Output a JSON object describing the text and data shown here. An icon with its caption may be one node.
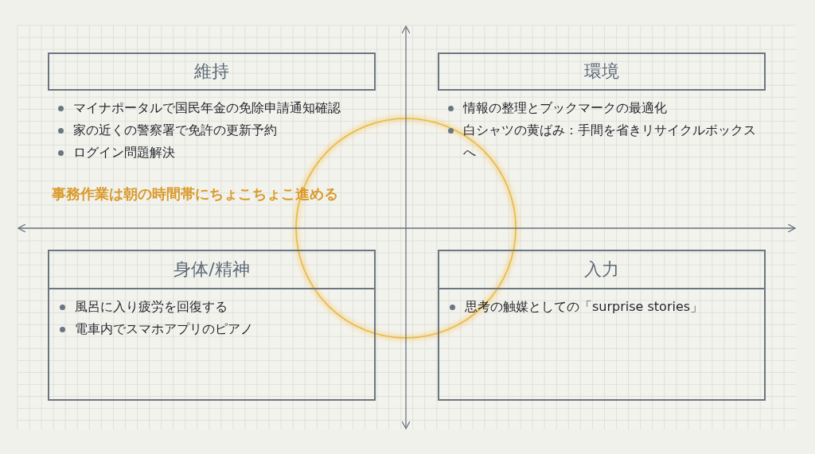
{
  "diagram": {
    "nodes": [
      {
        "text": [
          "維持",
          "マイナポータルで国民年金の免除申請通知確認",
          "家の近くの警察署で免許の更新予約",
          "ログイン問題解決"
        ]
      },
      {
        "text": [
          "環境",
          "情報の整理とブックマークの最適化",
          "白シャツの黄ばみ：手間を省きリサイクルボックスへ"
        ]
      },
      {
        "text": [
          "身体/精神",
          "風呂に入り疲労を回復する",
          "電車内でスマホアプリのピアノ"
        ]
      },
      {
        "text": [
          "入力",
          "思考の触媒としての「surprise stories」"
        ]
      }
    ],
    "labels": [
      "事務作業は朝の時間帯にちょこちょこ進める"
    ]
  }
}
